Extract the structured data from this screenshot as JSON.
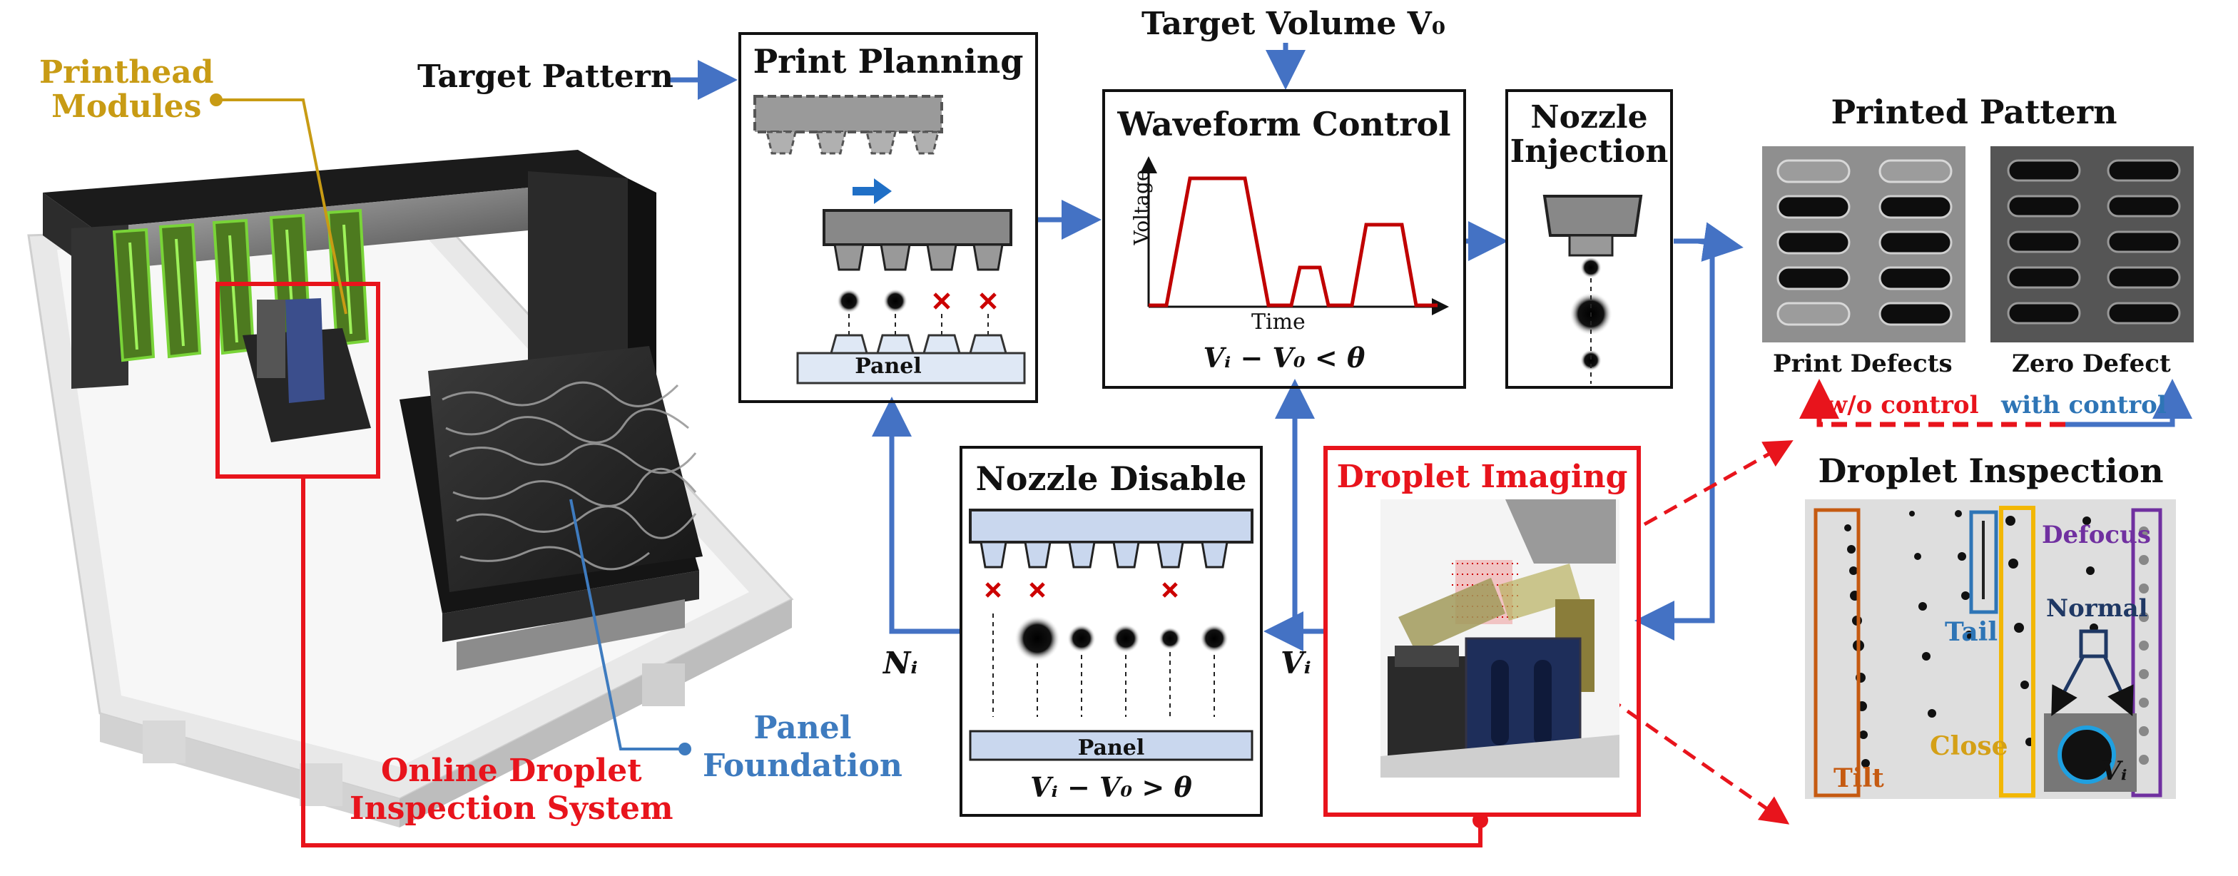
{
  "printer": {
    "printhead_modules": "Printhead\nModules",
    "panel_foundation": "Panel\nFoundation",
    "online_system": "Online Droplet\nInspection System"
  },
  "flow": {
    "target_pattern": "Target Pattern",
    "target_volume": "Target Volume V₀",
    "n_i": "Nᵢ",
    "v_i_left": "Vᵢ",
    "v_i_right": "Vᵢ"
  },
  "print_planning": {
    "title": "Print Planning",
    "panel": "Panel"
  },
  "waveform_control": {
    "title": "Waveform Control",
    "xlabel": "Time",
    "ylabel": "Voltage",
    "condition": "Vᵢ − V₀ < θ"
  },
  "nozzle_injection": {
    "title": "Nozzle\nInjection"
  },
  "printed_pattern": {
    "title": "Printed Pattern",
    "left_label": "Print Defects",
    "right_label": "Zero Defect",
    "wo_control": "w/o control",
    "with_control": "with control"
  },
  "nozzle_disable": {
    "title": "Nozzle Disable",
    "panel": "Panel",
    "condition": "Vᵢ − V₀ > θ"
  },
  "droplet_imaging": {
    "title": "Droplet Imaging"
  },
  "droplet_inspection": {
    "title": "Droplet Inspection",
    "tilt": "Tilt",
    "close": "Close",
    "tail": "Tail",
    "defocus": "Defocus",
    "normal": "Normal",
    "v_i": "Vᵢ"
  },
  "colors": {
    "arrow_blue": "#4472c4",
    "red": "#e8141c",
    "gold": "#c89b14",
    "panel_blue": "#3e7bbf",
    "pattern_bg": "#c9dcf0",
    "inspection_bg": "#f7cdb0",
    "waveform": "#c00000",
    "defocus": "#7030a0",
    "tilt": "#c55a11",
    "close": "#d4a017",
    "tail": "#2e75b6"
  }
}
